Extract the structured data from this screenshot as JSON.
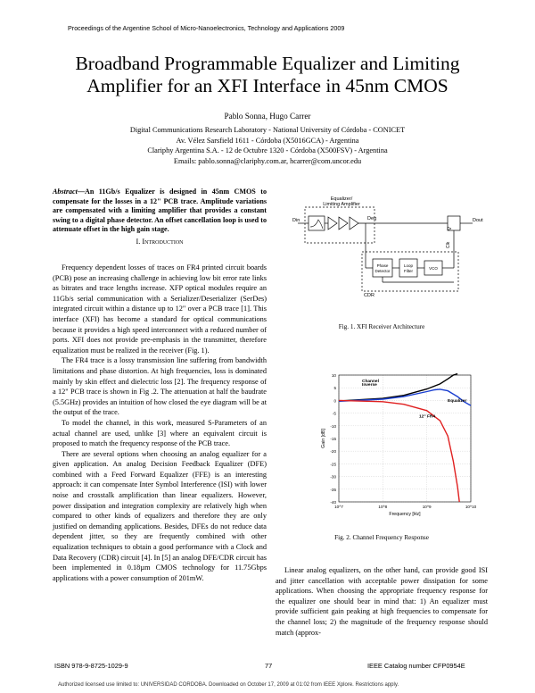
{
  "header": "Proceedings of the Argentine School of Micro-Nanoelectronics, Technology and Applications 2009",
  "title": "Broadband Programmable Equalizer and Limiting Amplifier for an XFI Interface in 45nm CMOS",
  "authors": "Pablo Sonna, Hugo Carrer",
  "affiliations": [
    "Digital Communications Research Laboratory - National University of Córdoba - CONICET",
    "Av. Vélez Sarsfield 1611 - Córdoba (X5016GCA) - Argentina",
    "Clariphy Argentina S.A. - 12 de Octubre 1320 - Córdoba (X500FSV) - Argentina",
    "Emails: pablo.sonna@clariphy.com.ar, hcarrer@com.uncor.edu"
  ],
  "abstract_label": "Abstract",
  "abstract_text": "—An 11Gb/s Equalizer is designed in 45nm CMOS to compensate for the losses in a 12\" PCB trace. Amplitude variations are compensated with a limiting amplifier that provides a constant swing to a digital phase detector. An offset cancellation loop is used to attenuate offset in the high gain stage.",
  "section1_num": "I.",
  "section1_title": "Introduction",
  "body_paragraphs": [
    "Frequency dependent losses of traces on FR4 printed circuit boards (PCB) pose an increasing challenge in achieving low bit error rate links as bitrates and trace lengths increase. XFP optical modules require an 11Gb/s serial communication with a Serializer/Deserializer (SerDes) integrated circuit within a distance up to 12\" over a PCB trace [1]. This interface (XFI) has become a standard for optical communications because it provides a high speed interconnect with a reduced number of ports. XFI does not provide pre-emphasis in the transmitter, therefore equalization must be realized in the receiver (Fig. 1).",
    "The FR4 trace is a lossy transmission line suffering from bandwidth limitations and phase distortion. At high frequencies, loss is dominated mainly by skin effect and dielectric loss [2]. The frequency response of a 12\" PCB trace is shown in Fig .2. The attenuation at half the baudrate (5.5GHz) provides an intuition of how closed the eye diagram will be at the output of the trace.",
    "To model the channel, in this work, measured S-Parameters of an actual channel are used, unlike [3] where an equivalent circuit is proposed to match the frequency response of the PCB trace.",
    "There are several options when choosing an analog equalizer for a given application. An analog Decision Feedback Equalizer (DFE) combined with a Feed Forward Equalizer (FFE) is an interesting approach: it can compensate Inter Symbol Interference (ISI) with lower noise and crosstalk amplification than linear equalizers. However, power dissipation and integration complexity are relatively high when compared to other kinds of equalizers and therefore they are only justified on demanding applications. Besides, DFEs do not reduce data dependent jitter, so they are frequently combined with other equalization techniques to obtain a good performance with a Clock and Data Recovery (CDR) circuit [4]. In [5] an analog DFE/CDR circuit has been implemented in 0.18µm CMOS technology for 11.75Gbps applications with a power consumption of 201mW."
  ],
  "right_paragraph": "Linear analog equalizers, on the other hand, can provide good ISI and jitter cancellation with acceptable power dissipation for some applications. When choosing the appropriate frequency response for the equalizer one should bear in mind that: 1) An equalizer must provide sufficient gain peaking at high frequencies to compensate for the channel loss; 2) the magnitude of the frequency response should match (approx-",
  "fig1": {
    "caption": "Fig. 1.   XFI Receiver Architecture",
    "labels": {
      "eq_title_1": "Equalizer/",
      "eq_title_2": "Limiting Amplifier",
      "din": "Din",
      "deq": "Deq",
      "dout": "Dout",
      "clk": "Clk",
      "pd_1": "Phase",
      "pd_2": "Detector",
      "lf_1": "Loop",
      "lf_2": "Filter",
      "vco": "VCO",
      "cdr": "CDR"
    }
  },
  "fig2": {
    "caption": "Fig. 2.   Channel Frequency Response",
    "annotations": {
      "channel_1": "Channel",
      "channel_2": "Inverse",
      "equalizer": "Equalizer",
      "pcb": "12\" FR4"
    }
  },
  "chart_data": {
    "type": "line",
    "title": "",
    "xlabel": "Frequency [Hz]",
    "ylabel": "Gain [dB]",
    "x_scale": "log",
    "xlim": [
      10000000,
      10000000000
    ],
    "ylim": [
      -40,
      10
    ],
    "x_ticks": [
      "10^7",
      "10^8",
      "10^9",
      "10^10"
    ],
    "y_ticks": [
      "10",
      "5",
      "0",
      "-5",
      "-10",
      "-15",
      "-20",
      "-25",
      "-30",
      "-35",
      "-40"
    ],
    "grid": true,
    "series_colors": [
      "#000000",
      "#1a3fd0",
      "#e02020"
    ],
    "series": [
      {
        "name": "Channel Inverse",
        "x": [
          10000000,
          100000000,
          300000000,
          1000000000,
          2000000000,
          3000000000,
          4000000000,
          5000000000
        ],
        "y": [
          -0.2,
          0.8,
          2,
          4.5,
          6.5,
          8.5,
          10,
          11
        ]
      },
      {
        "name": "Equalizer",
        "x": [
          10000000,
          100000000,
          300000000,
          1000000000,
          1500000000,
          2000000000,
          3000000000,
          5000000000,
          7000000000,
          10000000000
        ],
        "y": [
          -0.3,
          0.5,
          1.5,
          3.5,
          4.2,
          4.4,
          3.8,
          1.5,
          -0.5,
          -2
        ]
      },
      {
        "name": "12\" FR4",
        "x": [
          10000000,
          100000000,
          300000000,
          1000000000,
          2000000000,
          3000000000,
          4000000000,
          5000000000,
          5500000000
        ],
        "y": [
          0,
          -0.5,
          -1.5,
          -4,
          -8,
          -14,
          -24,
          -34,
          -40
        ]
      }
    ]
  },
  "footer": {
    "isbn": "ISBN 978-9-8725-1029-9",
    "page": "77",
    "catalog": "IEEE Catalog number CFP0954E"
  },
  "license": "Authorized licensed use limited to: UNIVERSIDAD CORDOBA. Downloaded on October 17, 2009 at 01:02 from IEEE Xplore.  Restrictions apply."
}
